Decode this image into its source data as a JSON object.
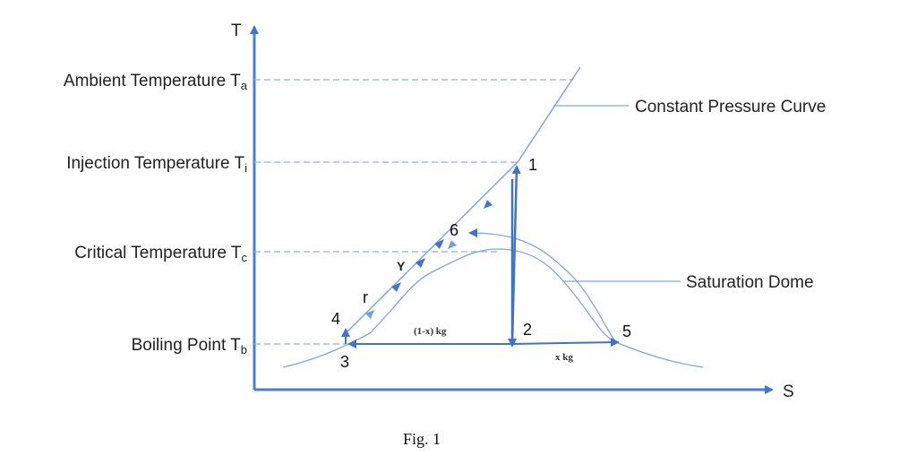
{
  "axes": {
    "y": "T",
    "x": "S"
  },
  "temperatures": [
    {
      "label": "Ambient Temperature T",
      "sub": "a"
    },
    {
      "label": "Injection Temperature T",
      "sub": "i"
    },
    {
      "label": "Critical Temperature T",
      "sub": "c"
    },
    {
      "label": "Boiling Point T",
      "sub": "b"
    }
  ],
  "points": [
    "1",
    "2",
    "3",
    "4",
    "5",
    "6"
  ],
  "path_labels": {
    "r": "r",
    "y": "Y",
    "liquid": "(1-x) kg",
    "vapor": "x kg"
  },
  "annotations": {
    "pressure": "Constant Pressure Curve",
    "dome": "Saturation Dome"
  },
  "caption": "Fig. 1",
  "colors": {
    "line": "#4a7fd0",
    "thin": "#7fa6e0"
  }
}
